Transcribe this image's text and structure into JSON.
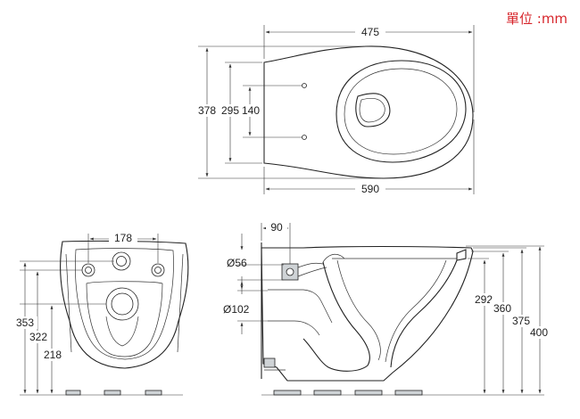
{
  "unit_label": "單位 :mm",
  "top_view": {
    "width": "475",
    "overall_length": "590",
    "depth": "378",
    "bolt_span": "295",
    "hole_spacing": "140"
  },
  "front_view": {
    "hole_spacing": "178",
    "height": "353",
    "inlet_height": "322",
    "outlet_height": "218"
  },
  "side_view": {
    "inlet_offset": "90",
    "inlet_dia": "Ø56",
    "outlet_dia": "Ø102",
    "rim_height": "292",
    "bowl_height": "360",
    "body_height": "375",
    "overall_height": "400"
  }
}
